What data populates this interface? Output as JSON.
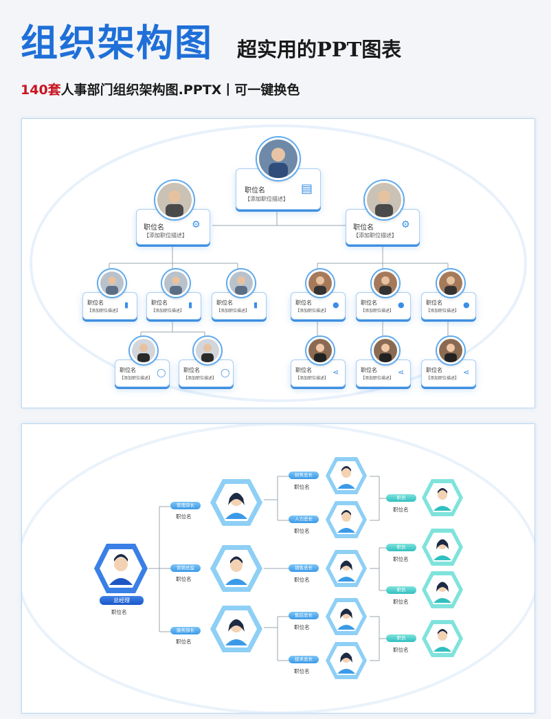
{
  "header": {
    "title": "组织架构图",
    "subtitle": "超实用的PPT图表",
    "count": "140套",
    "desc": "人事部门组织架构图.PPTX丨可一键换色"
  },
  "chart1": {
    "top": {
      "title": "职位名",
      "desc": "【添加职位描述】"
    },
    "level2_left": {
      "title": "职位名",
      "desc": "【添加职位描述】"
    },
    "level2_right": {
      "title": "职位名",
      "desc": "【添加职位描述】"
    },
    "level3": [
      {
        "title": "职位名",
        "desc": "【添加职位描述】"
      },
      {
        "title": "职位名",
        "desc": "【添加职位描述】"
      },
      {
        "title": "职位名",
        "desc": "【添加职位描述】"
      },
      {
        "title": "职位名",
        "desc": "【添加职位描述】"
      },
      {
        "title": "职位名",
        "desc": "【添加职位描述】"
      },
      {
        "title": "职位名",
        "desc": "【添加职位描述】"
      }
    ],
    "level4": [
      {
        "title": "职位名",
        "desc": "【添加职位描述】"
      },
      {
        "title": "职位名",
        "desc": "【添加职位描述】"
      },
      {
        "title": "职位名",
        "desc": "【添加职位描述】"
      },
      {
        "title": "职位名",
        "desc": "【添加职位描述】"
      },
      {
        "title": "职位名",
        "desc": "【添加职位描述】"
      }
    ]
  },
  "chart2": {
    "root": {
      "role": "总经理",
      "name": "职位名"
    },
    "managers": [
      {
        "role": "管理部长",
        "name": "职位名"
      },
      {
        "role": "营销总监",
        "name": "职位名"
      },
      {
        "role": "服务部长",
        "name": "职位名"
      }
    ],
    "heads": [
      {
        "role": "财务总长",
        "name": "职位名"
      },
      {
        "role": "人力总长",
        "name": "职位名"
      },
      {
        "role": "销售总长",
        "name": "职位名"
      },
      {
        "role": "售后总长",
        "name": "职位名"
      },
      {
        "role": "技术总长",
        "name": "职位名"
      }
    ],
    "staff": [
      {
        "role": "职员",
        "name": "职位名"
      },
      {
        "role": "职员",
        "name": "职位名"
      },
      {
        "role": "职员",
        "name": "职位名"
      },
      {
        "role": "职员",
        "name": "职位名"
      }
    ]
  },
  "colors": {
    "accent": "#1f6fd8",
    "red": "#c8141e",
    "teal": "#31bfc0",
    "light_blue": "#3b9ae8"
  }
}
